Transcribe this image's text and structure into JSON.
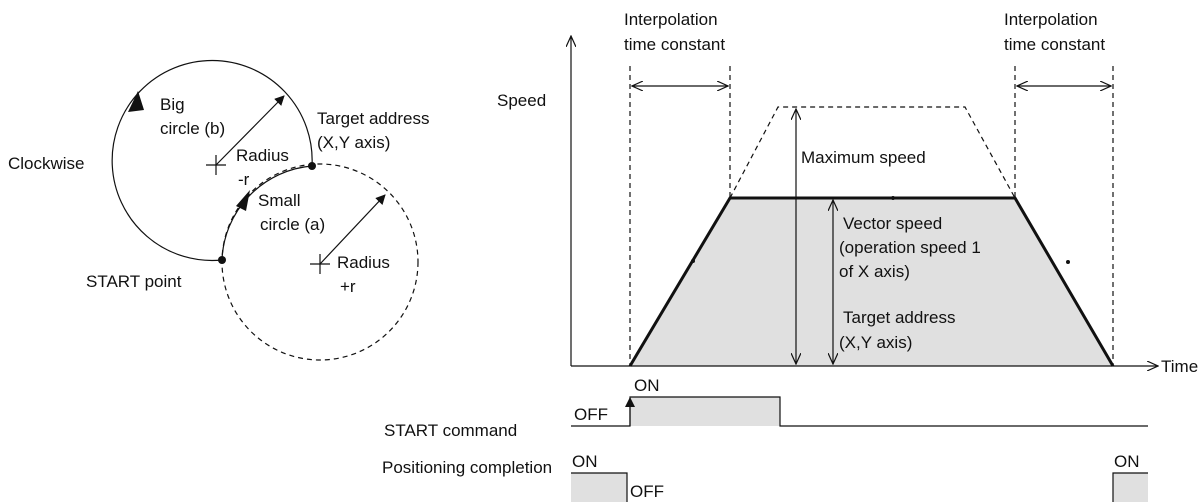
{
  "circle_diagram": {
    "big_circle": "Big",
    "big_circle_b": "circle (b)",
    "target_address_1": "Target address",
    "target_address_2": "(X,Y axis)",
    "radius_neg_1": "Radius",
    "radius_neg_2": "-r",
    "clockwise": "Clockwise",
    "small_circle": "Small",
    "small_circle_a": "circle (a)",
    "radius_pos_1": "Radius",
    "radius_pos_2": "+r",
    "start_point": "START point"
  },
  "speed_chart": {
    "interp_left_1": "Interpolation",
    "interp_left_2": "time constant",
    "interp_right_1": "Interpolation",
    "interp_right_2": "time constant",
    "y_label": "Speed",
    "x_label": "Time",
    "max_speed": "Maximum speed",
    "vector_speed_1": "Vector speed",
    "vector_speed_2": "(operation speed 1",
    "vector_speed_3": " of X axis)",
    "target_addr_1": "Target address",
    "target_addr_2": "(X,Y axis)"
  },
  "timing": {
    "start_command": "START command",
    "start_on": "ON",
    "start_off": "OFF",
    "positioning_completion": "Positioning completion",
    "pos_on_left": "ON",
    "pos_off": "OFF",
    "pos_on_right": "ON"
  }
}
